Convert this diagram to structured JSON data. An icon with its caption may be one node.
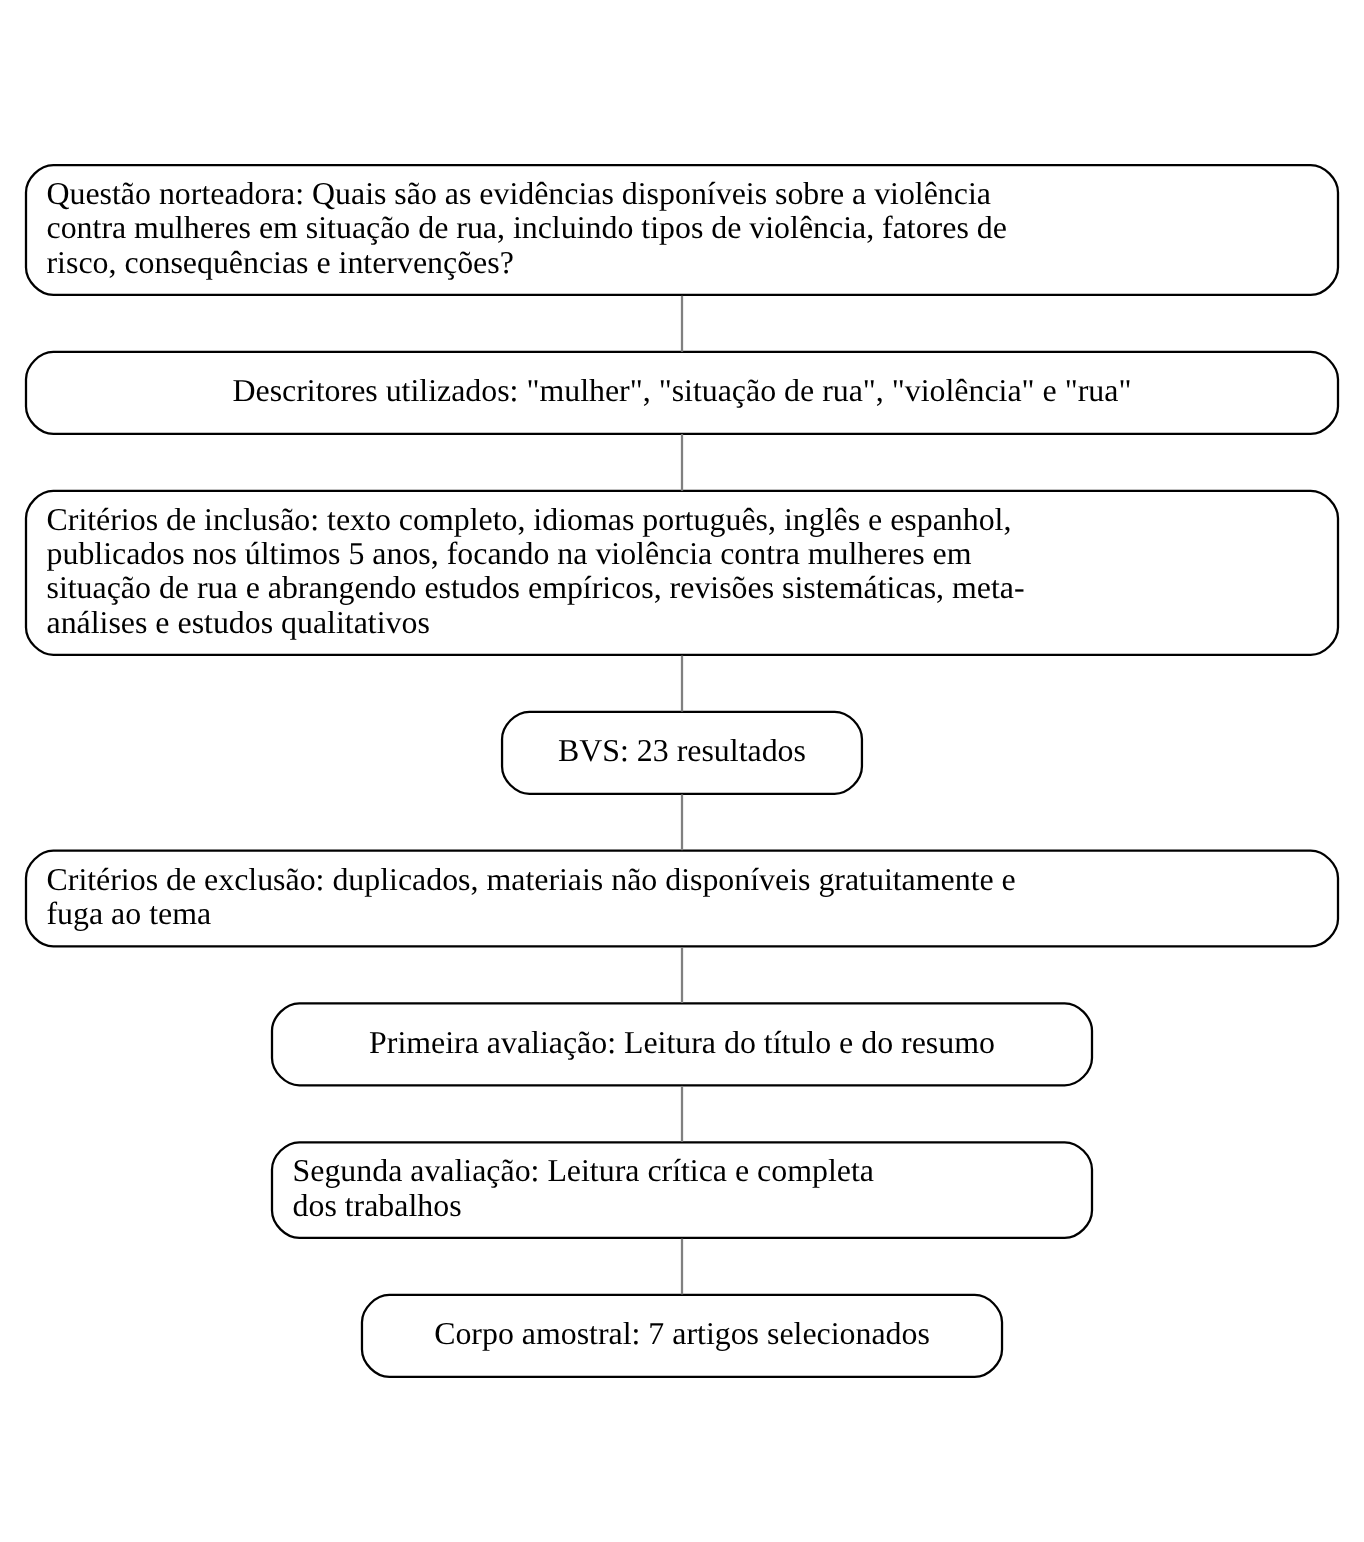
{
  "diagram": {
    "nodes": [
      {
        "text": [
          "Questão norteadora: Quais são as evidências disponíveis sobre a violência contra mulheres em situação de rua, incluindo tipos de violência, fatores de risco, consequências e intervenções?"
        ]
      },
      {
        "text": [
          "Descritores utilizados: \"mulher\", \"situação de rua\", \"violência\" e \"rua\""
        ]
      },
      {
        "text": [
          "Critérios de inclusão: texto completo, idiomas português, inglês e espanhol, publicados nos últimos 5 anos, focando na violência contra mulheres em situação de rua e abrangendo estudos empíricos, revisões sistemáticas, meta-análises e estudos qualitativos"
        ]
      },
      {
        "text": [
          "BVS: 23 resultados"
        ]
      },
      {
        "text": [
          "Critérios de exclusão: duplicados, materiais não disponíveis gratuitamente e fuga ao tema"
        ]
      },
      {
        "text": [
          "Primeira avaliação: Leitura do título e do resumo"
        ]
      },
      {
        "text": [
          "Segunda avaliação: Leitura crítica e completa dos trabalhos"
        ]
      },
      {
        "text": [
          "Corpo amostral: 7 artigos selecionados"
        ]
      }
    ],
    "edges": [
      {
        "from": 0,
        "to": 1,
        "arrow": "none"
      },
      {
        "from": 1,
        "to": 2,
        "arrow": "none"
      },
      {
        "from": 2,
        "to": 3,
        "arrow": "none"
      },
      {
        "from": 3,
        "to": 4,
        "arrow": "none"
      },
      {
        "from": 4,
        "to": 5,
        "arrow": "none"
      },
      {
        "from": 5,
        "to": 6,
        "arrow": "none"
      },
      {
        "from": 6,
        "to": 7,
        "arrow": "none"
      }
    ]
  }
}
